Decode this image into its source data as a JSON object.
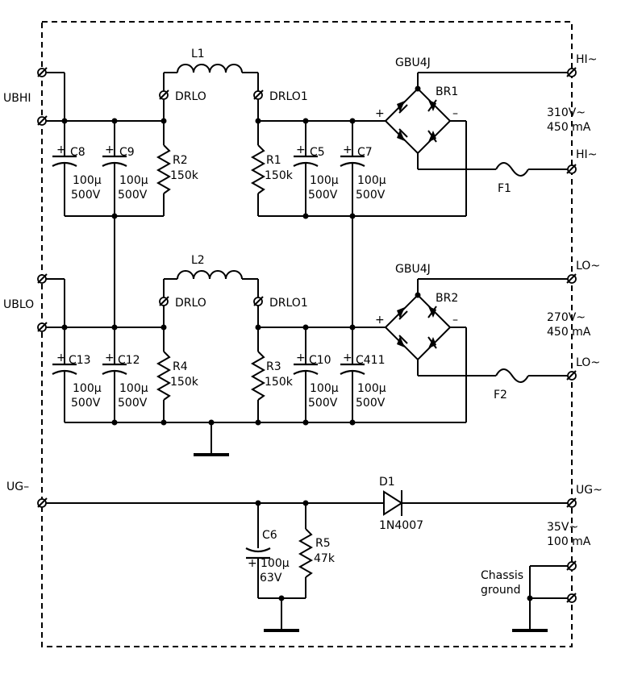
{
  "connectors": {
    "ubhi": "UBHI",
    "ublo": "UBLO",
    "ug_minus": "UG–",
    "ug_tilde": "UG~",
    "hi1": "HI~",
    "hi2": "HI~",
    "lo1": "LO~",
    "lo2": "LO~",
    "chassis_line1": "Chassis",
    "chassis_line2": "ground"
  },
  "ratings": {
    "hi_voltage": "310V~",
    "hi_current": "450 mA",
    "lo_voltage": "270V~",
    "lo_current": "450 mA",
    "ug_voltage": "35V~",
    "ug_current": "100 mA"
  },
  "nets": {
    "drlo_top": "DRLO",
    "drlo1_top": "DRLO1",
    "drlo_bot": "DRLO",
    "drlo1_bot": "DRLO1"
  },
  "components": {
    "L1": "L1",
    "L2": "L2",
    "BR1": "BR1",
    "BR1_part": "GBU4J",
    "BR2": "BR2",
    "BR2_part": "GBU4J",
    "F1": "F1",
    "F2": "F2",
    "D1": "D1",
    "D1_part": "1N4007",
    "C8": {
      "name": "C8",
      "value": "100µ",
      "voltage": "500V"
    },
    "C9": {
      "name": "C9",
      "value": "100µ",
      "voltage": "500V"
    },
    "C5": {
      "name": "C5",
      "value": "100µ",
      "voltage": "500V"
    },
    "C7": {
      "name": "C7",
      "value": "100µ",
      "voltage": "500V"
    },
    "C13": {
      "name": "C13",
      "value": "100µ",
      "voltage": "500V"
    },
    "C12": {
      "name": "C12",
      "value": "100µ",
      "voltage": "500V"
    },
    "C10": {
      "name": "C10",
      "value": "100µ",
      "voltage": "500V"
    },
    "C411": {
      "name": "C411",
      "value": "100µ",
      "voltage": "500V"
    },
    "C6": {
      "name": "C6",
      "value": "100µ",
      "voltage": "63V"
    },
    "R1": {
      "name": "R1",
      "value": "150k"
    },
    "R2": {
      "name": "R2",
      "value": "150k"
    },
    "R3": {
      "name": "R3",
      "value": "150k"
    },
    "R4": {
      "name": "R4",
      "value": "150k"
    },
    "R5": {
      "name": "R5",
      "value": "47k"
    }
  },
  "symbols": {
    "plus": "+",
    "minus": "–"
  }
}
